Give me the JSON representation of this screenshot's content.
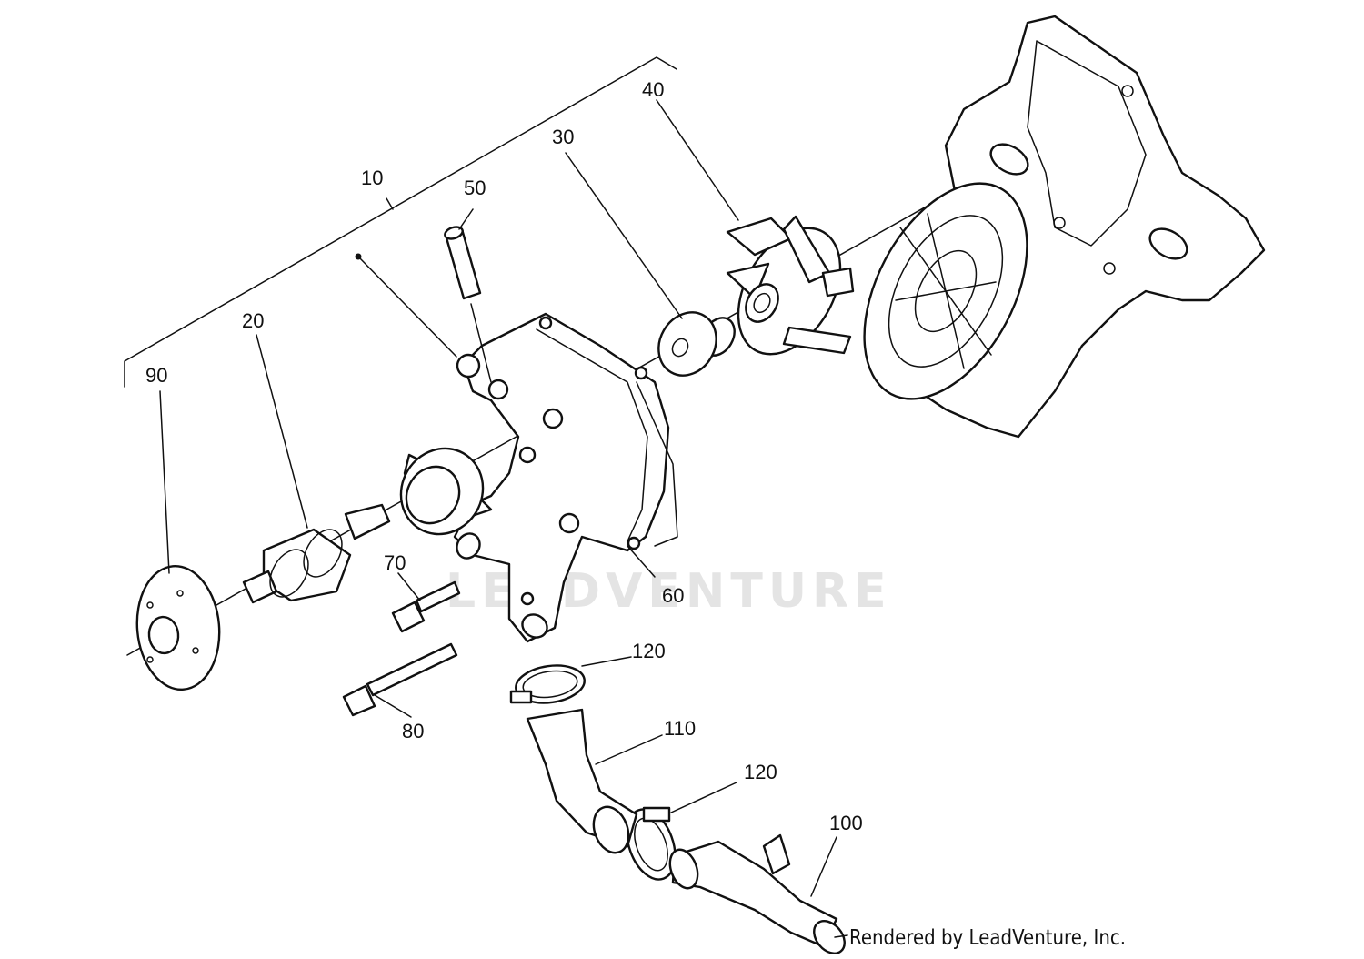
{
  "callouts": {
    "c10": "10",
    "c20": "20",
    "c30": "30",
    "c40": "40",
    "c50": "50",
    "c60": "60",
    "c70": "70",
    "c80": "80",
    "c90": "90",
    "c100": "100",
    "c110": "110",
    "c120a": "120",
    "c120b": "120"
  },
  "watermark": "LEADVENTURE",
  "footer": "Rendered by LeadVenture, Inc."
}
